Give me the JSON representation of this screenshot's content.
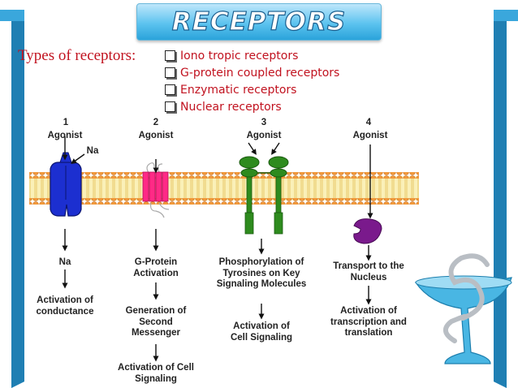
{
  "title": "RECEPTORS",
  "types_label": "Types of receptors:",
  "types": [
    "Iono tropic receptors",
    "G-protein coupled receptors",
    "Enzymatic receptors",
    "Nuclear receptors"
  ],
  "receptors": [
    {
      "number": "1",
      "agonist": "Agonist",
      "ion": "Na",
      "steps": [
        "Na",
        "Activation of conductance"
      ]
    },
    {
      "number": "2",
      "agonist": "Agonist",
      "steps": [
        "G-Protein Activation",
        "Generation of Second Messenger",
        "Activation of Cell Signaling"
      ]
    },
    {
      "number": "3",
      "agonist": "Agonist",
      "steps": [
        "Phosphorylation of Tyrosines on Key Signaling Molecules",
        "Activation of Cell Signaling"
      ]
    },
    {
      "number": "4",
      "agonist": "Agonist",
      "steps": [
        "Transport to the Nucleus",
        "Activation of transcription and translation"
      ]
    }
  ],
  "colors": {
    "title_bg": "#5cc3ef",
    "types_text": "#c1121f",
    "ionotropic": "#1c2fd0",
    "gpcr": "#ff2a86",
    "enzymatic": "#2e8b1e",
    "nuclear": "#7a1a8c",
    "membrane_head": "#f29a3c",
    "membrane_tail": "#f6e69a"
  }
}
